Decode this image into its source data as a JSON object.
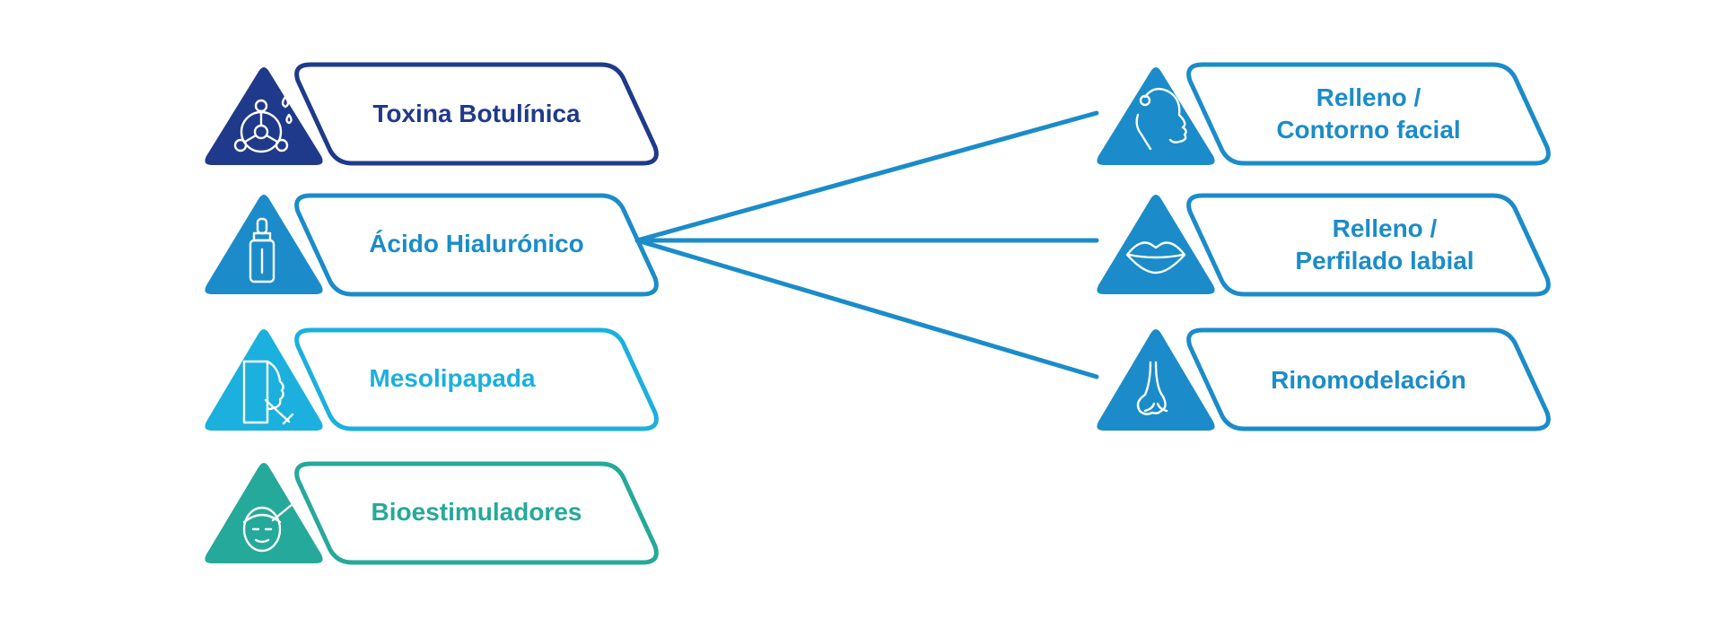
{
  "colors": {
    "navy": "#1f3a8a",
    "blue": "#1b8cc9",
    "cyan": "#1bb0de",
    "teal": "#25a99a",
    "connector": "#1b8cc9"
  },
  "left_items": [
    {
      "label": "Toxina Botulínica",
      "icon": "molecule-drops-icon",
      "color": "#1f3a8a"
    },
    {
      "label": "Ácido Hialurónico",
      "icon": "dropper-bottle-icon",
      "color": "#1b8cc9"
    },
    {
      "label": "Mesolipapada",
      "icon": "chin-injection-icon",
      "color": "#1bb0de"
    },
    {
      "label": "Bioestimuladores",
      "icon": "face-syringe-icon",
      "color": "#25a99a"
    }
  ],
  "right_items": [
    {
      "line1": "Relleno /",
      "line2": "Contorno facial",
      "icon": "face-profile-icon",
      "color": "#1b8cc9"
    },
    {
      "line1": "Relleno /",
      "line2": "Perfilado labial",
      "icon": "lips-icon",
      "color": "#1b8cc9"
    },
    {
      "line1": "Rinomodelación",
      "line2": "",
      "icon": "nose-icon",
      "color": "#1b8cc9"
    }
  ]
}
